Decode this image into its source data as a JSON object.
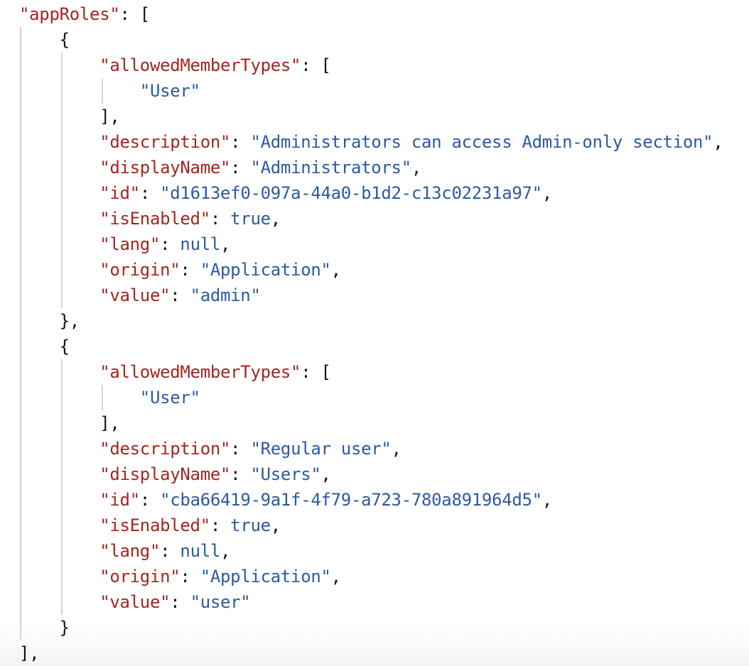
{
  "root_key": "appRoles",
  "appRoles": [
    {
      "allowedMemberTypes": [
        "User"
      ],
      "description": "Administrators can access Admin-only section",
      "displayName": "Administrators",
      "id": "d1613ef0-097a-44a0-b1d2-c13c02231a97",
      "isEnabled": true,
      "lang": null,
      "origin": "Application",
      "value": "admin"
    },
    {
      "allowedMemberTypes": [
        "User"
      ],
      "description": "Regular user",
      "displayName": "Users",
      "id": "cba66419-9a1f-4f79-a723-780a891964d5",
      "isEnabled": true,
      "lang": null,
      "origin": "Application",
      "value": "user"
    }
  ],
  "colors": {
    "key": "#a3261f",
    "string": "#2b5aa1",
    "punct": "#111111",
    "guide": "#d4d4d4"
  }
}
